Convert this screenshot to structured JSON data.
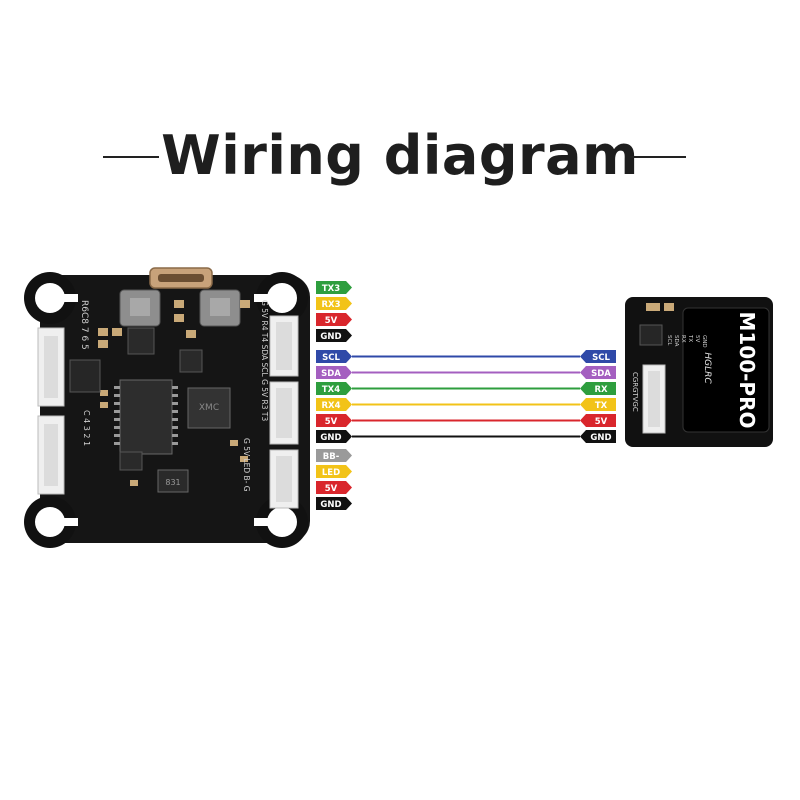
{
  "title": "Wiring diagram",
  "flight_controller": {
    "silk_left": "R6C8 7 6 5",
    "silk_right_top": "G 5V R4 T4 SDA SCL G 5V R3 T3",
    "silk_right_bottom": "G 5V LED B- G",
    "silk_left_bottom": "C 4 3 2 1",
    "chip_label": "XMC",
    "mosfet_label": "831",
    "upper_group": [
      {
        "label": "TX3",
        "color": "#2e9e3e"
      },
      {
        "label": "RX3",
        "color": "#f2c318"
      },
      {
        "label": "5V",
        "color": "#d9262c"
      },
      {
        "label": "GND",
        "color": "#111111"
      }
    ],
    "lower_group": [
      {
        "label": "BB-",
        "color": "#9a9a9a"
      },
      {
        "label": "LED",
        "color": "#f2c318"
      },
      {
        "label": "5V",
        "color": "#d9262c"
      },
      {
        "label": "GND",
        "color": "#111111"
      }
    ]
  },
  "connections": [
    {
      "from": "SCL",
      "to": "SCL",
      "color": "#2f49a8"
    },
    {
      "from": "SDA",
      "to": "SDA",
      "color": "#a45fc0"
    },
    {
      "from": "TX4",
      "to": "RX",
      "color": "#2e9e3e"
    },
    {
      "from": "RX4",
      "to": "TX",
      "color": "#f2c318"
    },
    {
      "from": "5V",
      "to": "5V",
      "color": "#d9262c"
    },
    {
      "from": "GND",
      "to": "GND",
      "color": "#111111"
    }
  ],
  "gps_module": {
    "model": "M100-PRO",
    "brand": "HGLRC",
    "side_silk": "CGRGTVGC",
    "pin_silk": [
      "SCL",
      "SDA",
      "RX",
      "TX",
      "5V",
      "GND"
    ]
  }
}
